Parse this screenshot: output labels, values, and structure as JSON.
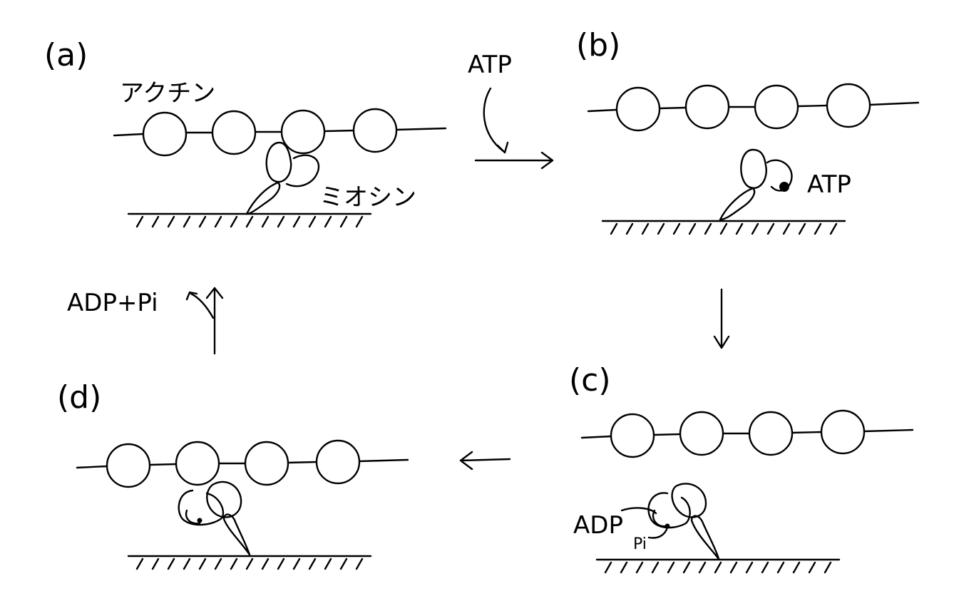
{
  "panels": {
    "a": {
      "label": "(a)",
      "actin_label": "アクチン",
      "myosin_label": "ミオシン"
    },
    "b": {
      "label": "(b)",
      "atp_label": "ATP"
    },
    "c": {
      "label": "(c)",
      "adp_label": "ADP",
      "pi_label": "Pi"
    },
    "d": {
      "label": "(d)"
    }
  },
  "transitions": {
    "a_to_b": "ATP",
    "d_to_a": "ADP+Pi"
  },
  "colors": {
    "ink": "#000000",
    "background": "#ffffff"
  }
}
